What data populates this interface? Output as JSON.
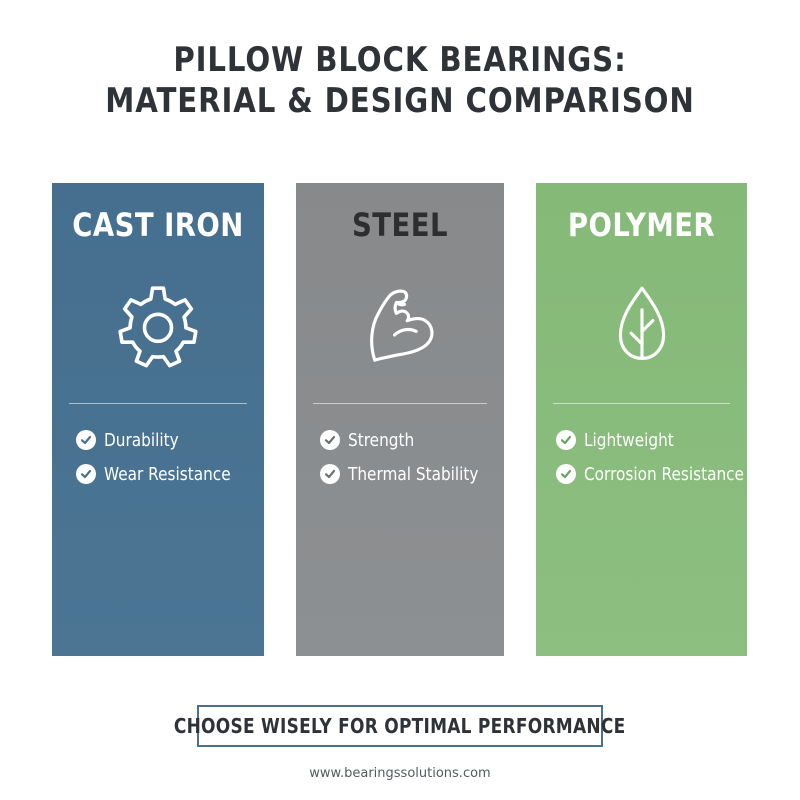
{
  "title": {
    "line1": "PILLOW BLOCK BEARINGS:",
    "line2": "MATERIAL & DESIGN COMPARISON"
  },
  "cards": [
    {
      "title": "CAST IRON",
      "icon": "gear-icon",
      "color": "#4a7391",
      "features": [
        "Durability",
        "Wear Resistance"
      ]
    },
    {
      "title": "STEEL",
      "icon": "flexed-arm-icon",
      "color": "#8a8c8e",
      "features": [
        "Strength",
        "Thermal Stability"
      ]
    },
    {
      "title": "POLYMER",
      "icon": "leaf-icon",
      "color": "#89bc7c",
      "features": [
        "Lightweight",
        "Corrosion Resistance"
      ]
    }
  ],
  "cta": {
    "label": "CHOOSE WISELY FOR OPTIMAL PERFORMANCE",
    "border_color": "#4d6f8c"
  },
  "footer": {
    "url": "www.bearingssolutions.com"
  }
}
